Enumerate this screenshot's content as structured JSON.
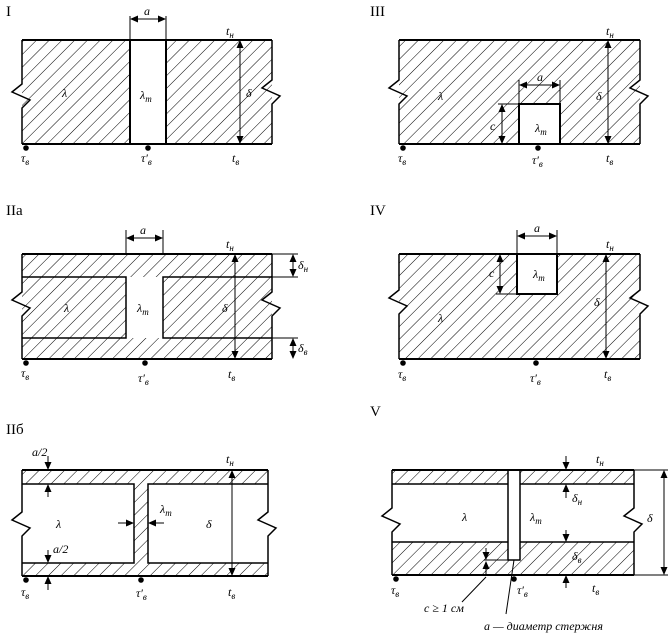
{
  "panels": {
    "p1": {
      "title": "I",
      "a": "a",
      "tn": "t",
      "tn_sub": "н",
      "lambda": "λ",
      "lambda_t": "λ",
      "lambda_t_sub": "т",
      "delta": "δ",
      "tau": "τ",
      "tau_sub": "в",
      "tau_p": "τ′",
      "tau_p_sub": "в",
      "tb": "t",
      "tb_sub": "в"
    },
    "p2a": {
      "title": "IIa",
      "a": "a",
      "tn": "t",
      "tn_sub": "н",
      "lambda": "λ",
      "lambda_t": "λ",
      "lambda_t_sub": "т",
      "delta": "δ",
      "dn": "δ",
      "dn_sub": "н",
      "db": "δ",
      "db_sub": "в",
      "tau": "τ",
      "tau_sub": "в",
      "tau_p": "τ′",
      "tau_p_sub": "в",
      "tb": "t",
      "tb_sub": "в"
    },
    "p2b": {
      "title": "IIб",
      "a_half_top": "a/2",
      "a_half_bot": "a/2",
      "tn": "t",
      "tn_sub": "н",
      "lambda": "λ",
      "lambda_t": "λ",
      "lambda_t_sub": "т",
      "delta": "δ",
      "tau": "τ",
      "tau_sub": "в",
      "tau_p": "τ′",
      "tau_p_sub": "в",
      "tb": "t",
      "tb_sub": "в"
    },
    "p3": {
      "title": "III",
      "a": "a",
      "c": "c",
      "tn": "t",
      "tn_sub": "н",
      "lambda": "λ",
      "lambda_t": "λ",
      "lambda_t_sub": "т",
      "delta": "δ",
      "tau": "τ",
      "tau_sub": "в",
      "tau_p": "τ′",
      "tau_p_sub": "в",
      "tb": "t",
      "tb_sub": "в"
    },
    "p4": {
      "title": "IV",
      "a": "a",
      "c": "c",
      "tn": "t",
      "tn_sub": "н",
      "lambda": "λ",
      "lambda_t": "λ",
      "lambda_t_sub": "т",
      "delta": "δ",
      "tau": "τ",
      "tau_sub": "в",
      "tau_p": "τ′",
      "tau_p_sub": "в",
      "tb": "t",
      "tb_sub": "в"
    },
    "p5": {
      "title": "V",
      "tn": "t",
      "tn_sub": "н",
      "lambda": "λ",
      "lambda_t": "λ",
      "lambda_t_sub": "т",
      "delta": "δ",
      "dn": "δ",
      "dn_sub": "н",
      "db": "δ",
      "db_sub": "в",
      "tau": "τ",
      "tau_sub": "в",
      "tau_p": "τ′",
      "tau_p_sub": "в",
      "tb": "t",
      "tb_sub": "в",
      "c_note": "c ≥ 1 см",
      "caption": "a — диаметр стержня"
    }
  }
}
